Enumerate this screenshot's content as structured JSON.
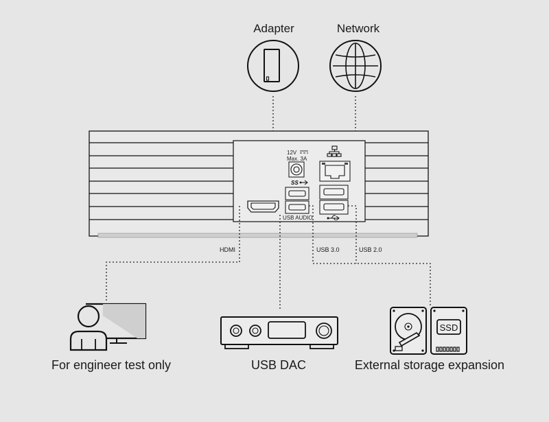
{
  "labels": {
    "adapter": "Adapter",
    "network": "Network",
    "power_rating_line1": "12V",
    "power_rating_line2": "Max. 3A",
    "usb_audio": "USB AUDIO",
    "hdmi": "HDMI",
    "usb3": "USB 3.0",
    "usb2": "USB 2.0",
    "engineer": "For engineer test only",
    "usb_dac": "USB DAC",
    "storage": "External storage expansion",
    "ssd": "SSD",
    "superspeed_mark": "SS"
  },
  "colors": {
    "background": "#e6e6e6",
    "line": "#111111",
    "panel": "#e9e9e9"
  },
  "icons": [
    "power-adapter-icon",
    "globe-icon",
    "ethernet-icon",
    "usb-icon",
    "monitor-icon",
    "person-icon",
    "dac-icon",
    "hard-drive-icon",
    "ssd-icon"
  ]
}
